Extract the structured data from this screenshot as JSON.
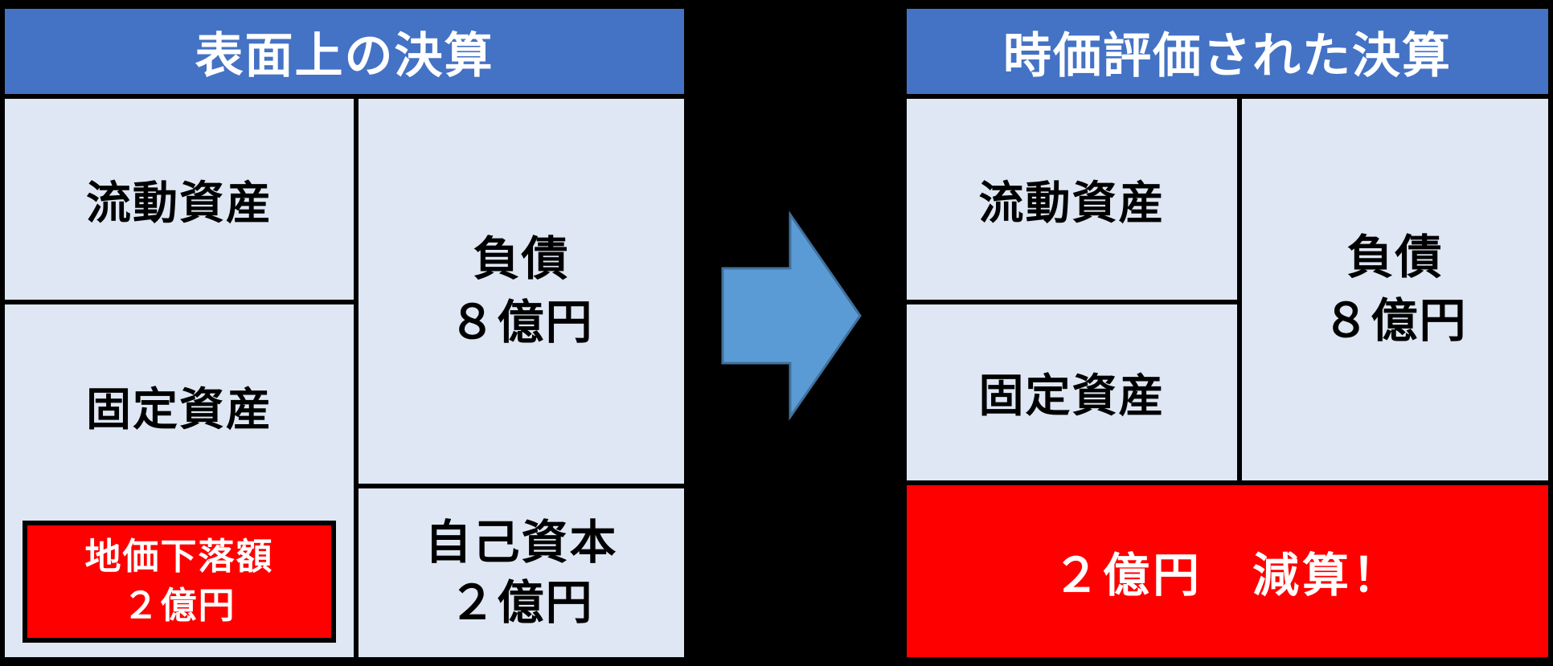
{
  "colors": {
    "background": "#000000",
    "header_bg": "#4472C4",
    "cell_bg": "#DEE7F3",
    "highlight_bg": "#FF0000",
    "arrow_fill": "#5B9BD5",
    "arrow_stroke": "#41719C",
    "border": "#000000",
    "header_text": "#FFFFFF",
    "cell_text": "#000000",
    "highlight_text": "#FFFFFF"
  },
  "left_table": {
    "title": "表面上の決算",
    "assets": {
      "current": "流動資産",
      "fixed": "固定資産",
      "land_price_drop": {
        "line1": "地価下落額",
        "line2": "２億円"
      }
    },
    "liabilities": {
      "line1": "負債",
      "line2": "８億円"
    },
    "equity": {
      "line1": "自己資本",
      "line2": "２億円"
    }
  },
  "arrow": {
    "meaning": "revaluation-transition"
  },
  "right_table": {
    "title": "時価評価された決算",
    "assets": {
      "current": "流動資産",
      "fixed": "固定資産"
    },
    "liabilities": {
      "line1": "負債",
      "line2": "８億円"
    },
    "reduction": "２億円　減算！"
  }
}
